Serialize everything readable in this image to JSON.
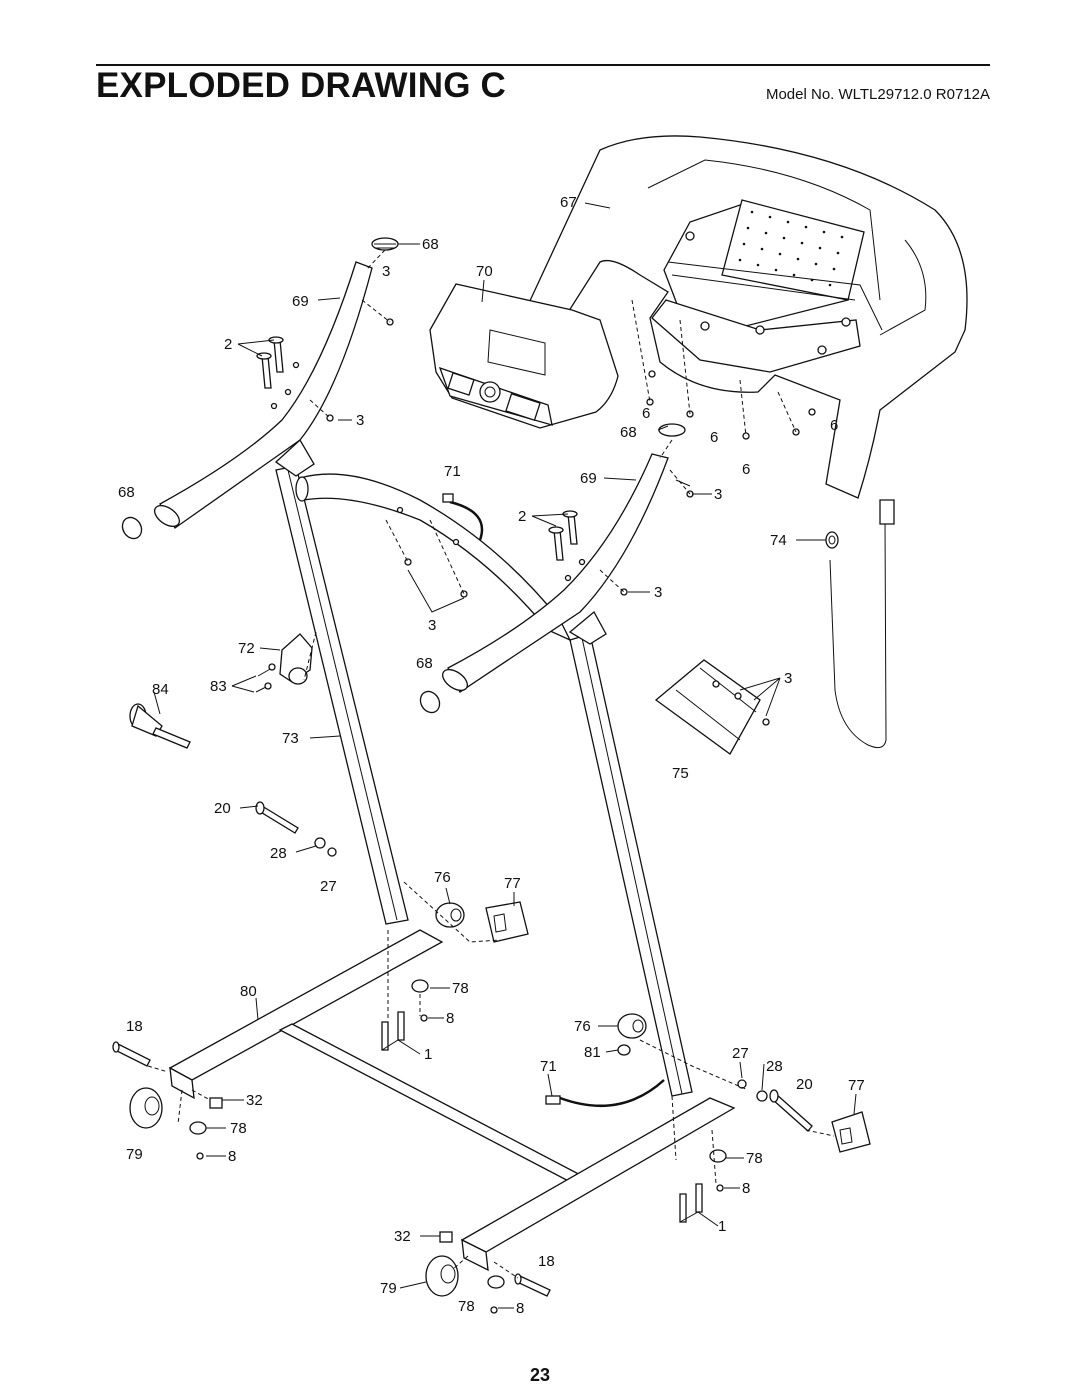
{
  "header": {
    "title": "EXPLODED DRAWING C",
    "model": "Model No. WLTL29712.0 R0712A"
  },
  "footer": {
    "page_number": "23"
  },
  "callouts": {
    "c67": "67",
    "c68a": "68",
    "c70": "70",
    "c69a": "69",
    "c2a": "2",
    "c3a": "3",
    "c3b": "3",
    "c68b": "68",
    "c6a": "6",
    "c68c": "68",
    "c6b": "6",
    "c6c": "6",
    "c6d": "6",
    "c71a": "71",
    "c69b": "69",
    "c3c": "3",
    "c2b": "2",
    "c74": "74",
    "c3d": "3",
    "c3e": "3",
    "c72": "72",
    "c84": "84",
    "c83": "83",
    "c68d": "68",
    "c3f": "3",
    "c73": "73",
    "c75": "75",
    "c20a": "20",
    "c28a": "28",
    "c27a": "27",
    "c76a": "76",
    "c77a": "77",
    "c80": "80",
    "c78a": "78",
    "c18a": "18",
    "c8a": "8",
    "c76b": "76",
    "c1a": "1",
    "c81": "81",
    "c71b": "71",
    "c27b": "27",
    "c28b": "28",
    "c20b": "20",
    "c77b": "77",
    "c32a": "32",
    "c78b": "78",
    "c79a": "79",
    "c8b": "8",
    "c78c": "78",
    "c8c": "8",
    "c1b": "1",
    "c32b": "32",
    "c18b": "18",
    "c79b": "79",
    "c78d": "78",
    "c8d": "8"
  }
}
